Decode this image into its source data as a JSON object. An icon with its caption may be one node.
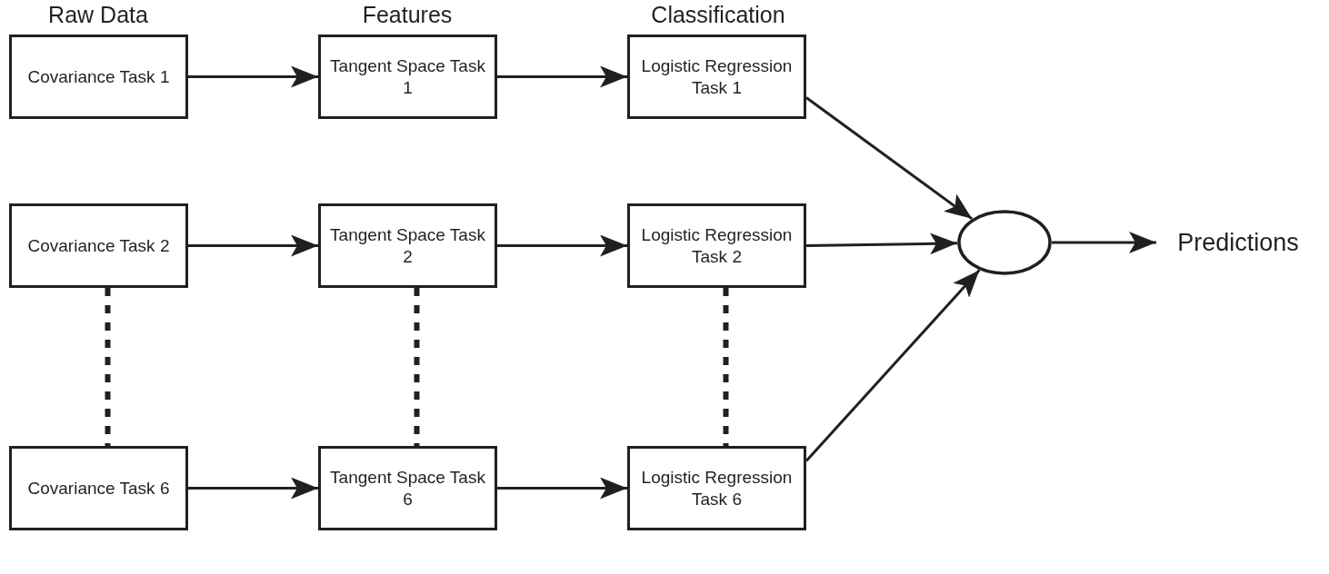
{
  "diagram": {
    "nodes": [
      {
        "text": [
          "Covariance Task 1"
        ]
      },
      {
        "text": [
          "Tangent Space Task 1"
        ]
      },
      {
        "text": [
          "Logistic Regression Task 1"
        ]
      },
      {
        "text": [
          "Covariance Task 2"
        ]
      },
      {
        "text": [
          "Tangent Space Task 2"
        ]
      },
      {
        "text": [
          "Logistic Regression Task 2"
        ]
      },
      {
        "text": [
          "Covariance Task 6"
        ]
      },
      {
        "text": [
          "Tangent Space Task 6"
        ]
      },
      {
        "text": [
          "Logistic Regression Task 6"
        ]
      },
      {
        "text": [],
        "shape": "circle"
      },
      {
        "text": [
          "Predictions"
        ]
      }
    ],
    "edges": [
      {
        "from": 0,
        "to": 1,
        "arrow": "to"
      },
      {
        "from": 1,
        "to": 2,
        "arrow": "to"
      },
      {
        "from": 3,
        "to": 4,
        "arrow": "to"
      },
      {
        "from": 4,
        "to": 5,
        "arrow": "to"
      },
      {
        "from": 6,
        "to": 7,
        "arrow": "to"
      },
      {
        "from": 7,
        "to": 8,
        "arrow": "to"
      },
      {
        "from": 2,
        "to": 9,
        "arrow": "to"
      },
      {
        "from": 5,
        "to": 9,
        "arrow": "to"
      },
      {
        "from": 8,
        "to": 9,
        "arrow": "to"
      },
      {
        "from": 9,
        "to": 10,
        "arrow": "to"
      },
      {
        "from": 3,
        "to": 6,
        "arrow": "none",
        "style": "dashed"
      },
      {
        "from": 4,
        "to": 7,
        "arrow": "none",
        "style": "dashed"
      },
      {
        "from": 5,
        "to": 8,
        "arrow": "none",
        "style": "dashed"
      }
    ],
    "labels": [
      "Raw Data",
      "Features",
      "Classification"
    ]
  }
}
